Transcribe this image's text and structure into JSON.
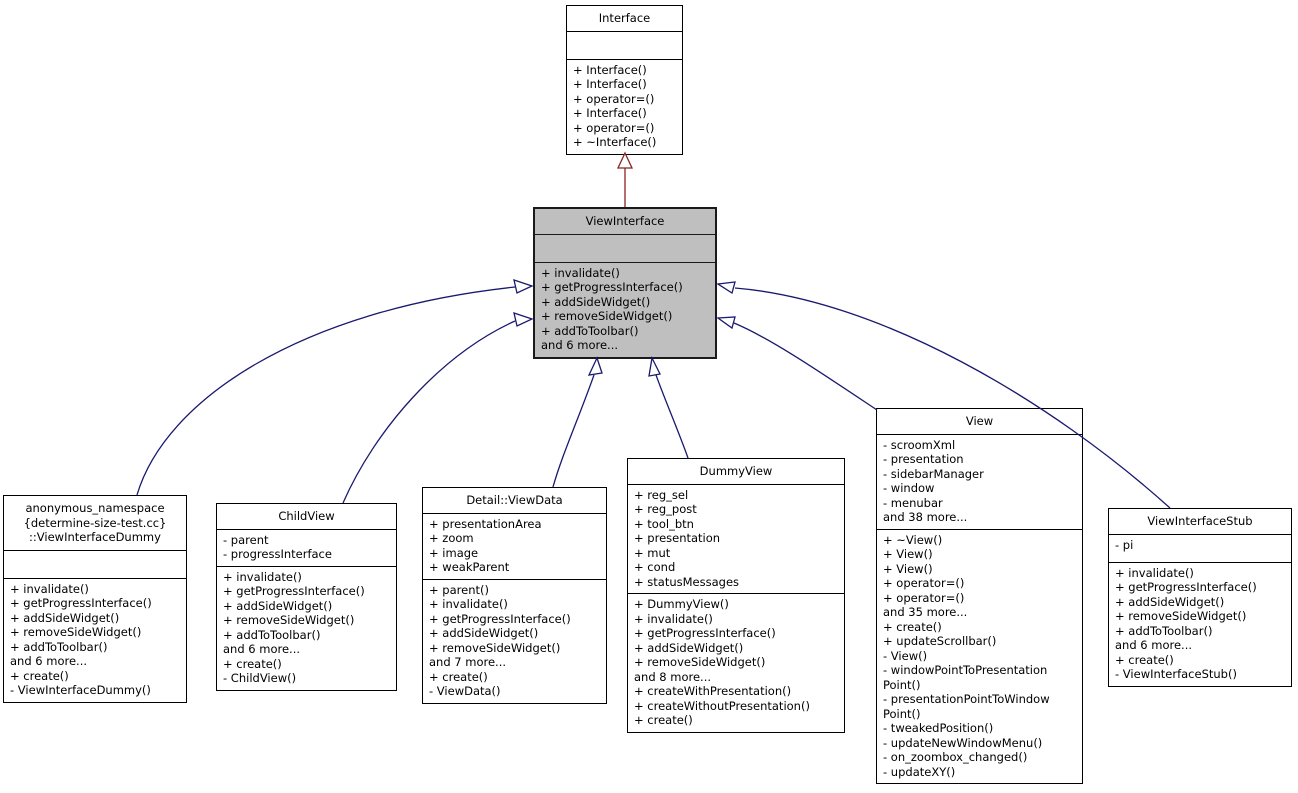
{
  "colors": {
    "edge_blue": "#191970",
    "edge_red": "#8b2323",
    "highlight_fill": "#bfbfbf",
    "box_border": "#000000"
  },
  "classes": {
    "interface": {
      "title_lines": [
        "Interface"
      ],
      "attributes": [],
      "methods": [
        "+ Interface()",
        "+ Interface()",
        "+ operator=()",
        "+ Interface()",
        "+ operator=()",
        "+ ~Interface()"
      ]
    },
    "viewinterface": {
      "title_lines": [
        "ViewInterface"
      ],
      "attributes": [],
      "methods": [
        "+ invalidate()",
        "+ getProgressInterface()",
        "+ addSideWidget()",
        "+ removeSideWidget()",
        "+ addToToolbar()",
        "and 6 more..."
      ]
    },
    "viewinterfacedummy": {
      "title_lines": [
        "anonymous_namespace",
        "{determine-size-test.cc}",
        "::ViewInterfaceDummy"
      ],
      "attributes": [],
      "methods": [
        "+ invalidate()",
        "+ getProgressInterface()",
        "+ addSideWidget()",
        "+ removeSideWidget()",
        "+ addToToolbar()",
        "and 6 more...",
        "+ create()",
        "- ViewInterfaceDummy()"
      ]
    },
    "childview": {
      "title_lines": [
        "ChildView"
      ],
      "attributes": [
        "- parent",
        "- progressInterface"
      ],
      "methods": [
        "+ invalidate()",
        "+ getProgressInterface()",
        "+ addSideWidget()",
        "+ removeSideWidget()",
        "+ addToToolbar()",
        "and 6 more...",
        "+ create()",
        "- ChildView()"
      ]
    },
    "viewdata": {
      "title_lines": [
        "Detail::ViewData"
      ],
      "attributes": [
        "+ presentationArea",
        "+ zoom",
        "+ image",
        "+ weakParent"
      ],
      "methods": [
        "+ parent()",
        "+ invalidate()",
        "+ getProgressInterface()",
        "+ addSideWidget()",
        "+ removeSideWidget()",
        "and 7 more...",
        "+ create()",
        "- ViewData()"
      ]
    },
    "dummyview": {
      "title_lines": [
        "DummyView"
      ],
      "attributes": [
        "+ reg_sel",
        "+ reg_post",
        "+ tool_btn",
        "+ presentation",
        "+ mut",
        "+ cond",
        "+ statusMessages"
      ],
      "methods": [
        "+ DummyView()",
        "+ invalidate()",
        "+ getProgressInterface()",
        "+ addSideWidget()",
        "+ removeSideWidget()",
        "and 8 more...",
        "+ createWithPresentation()",
        "+ createWithoutPresentation()",
        "+ create()"
      ]
    },
    "view": {
      "title_lines": [
        "View"
      ],
      "attributes": [
        "- scroomXml",
        "- presentation",
        "- sidebarManager",
        "- window",
        "- menubar",
        "and 38 more..."
      ],
      "methods": [
        "+ ~View()",
        "+ View()",
        "+ View()",
        "+ operator=()",
        "+ operator=()",
        "and 35 more...",
        "+ create()",
        "+ updateScrollbar()",
        "- View()",
        "- windowPointToPresentation",
        "Point()",
        "- presentationPointToWindow",
        "Point()",
        "- tweakedPosition()",
        "- updateNewWindowMenu()",
        "- on_zoombox_changed()",
        "- updateXY()"
      ]
    },
    "viewinterfacestub": {
      "title_lines": [
        "ViewInterfaceStub"
      ],
      "attributes": [
        "- pi"
      ],
      "methods": [
        "+ invalidate()",
        "+ getProgressInterface()",
        "+ addSideWidget()",
        "+ removeSideWidget()",
        "+ addToToolbar()",
        "and 6 more...",
        "+ create()",
        "- ViewInterfaceStub()"
      ]
    }
  },
  "edges": [
    {
      "from": "ViewInterface",
      "to": "Interface",
      "relation": "inherits",
      "color": "red"
    },
    {
      "from": "anonymous_namespace{determine-size-test.cc}::ViewInterfaceDummy",
      "to": "ViewInterface",
      "relation": "inherits",
      "color": "blue"
    },
    {
      "from": "ChildView",
      "to": "ViewInterface",
      "relation": "inherits",
      "color": "blue"
    },
    {
      "from": "Detail::ViewData",
      "to": "ViewInterface",
      "relation": "inherits",
      "color": "blue"
    },
    {
      "from": "DummyView",
      "to": "ViewInterface",
      "relation": "inherits",
      "color": "blue"
    },
    {
      "from": "View",
      "to": "ViewInterface",
      "relation": "inherits",
      "color": "blue"
    },
    {
      "from": "ViewInterfaceStub",
      "to": "ViewInterface",
      "relation": "inherits",
      "color": "blue"
    }
  ]
}
